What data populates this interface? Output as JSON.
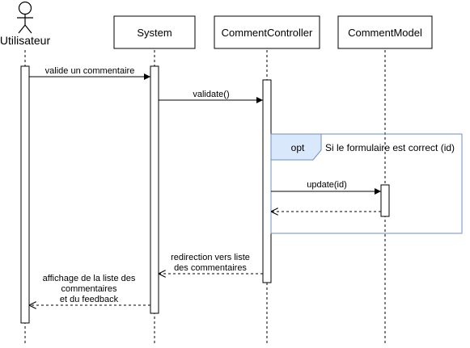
{
  "participants": {
    "actor": {
      "label": "Utilisateur"
    },
    "system": {
      "label": "System"
    },
    "controller": {
      "label": "CommentController"
    },
    "model": {
      "label": "CommentModel"
    }
  },
  "messages": {
    "m1": {
      "label": "valide un commentaire"
    },
    "m2": {
      "label": "validate()"
    },
    "m3": {
      "label": "update(id)"
    },
    "m5": {
      "lines": [
        "redirection vers liste",
        "des commentaires"
      ]
    },
    "m6": {
      "lines": [
        "affichage de la liste des",
        "commentaires",
        "et du feedback"
      ]
    }
  },
  "fragment": {
    "operator": "opt",
    "guard": "Si le formulaire est correct (id)",
    "border_color": "#6c8ebf",
    "tab_fill": "#dae8fc"
  }
}
